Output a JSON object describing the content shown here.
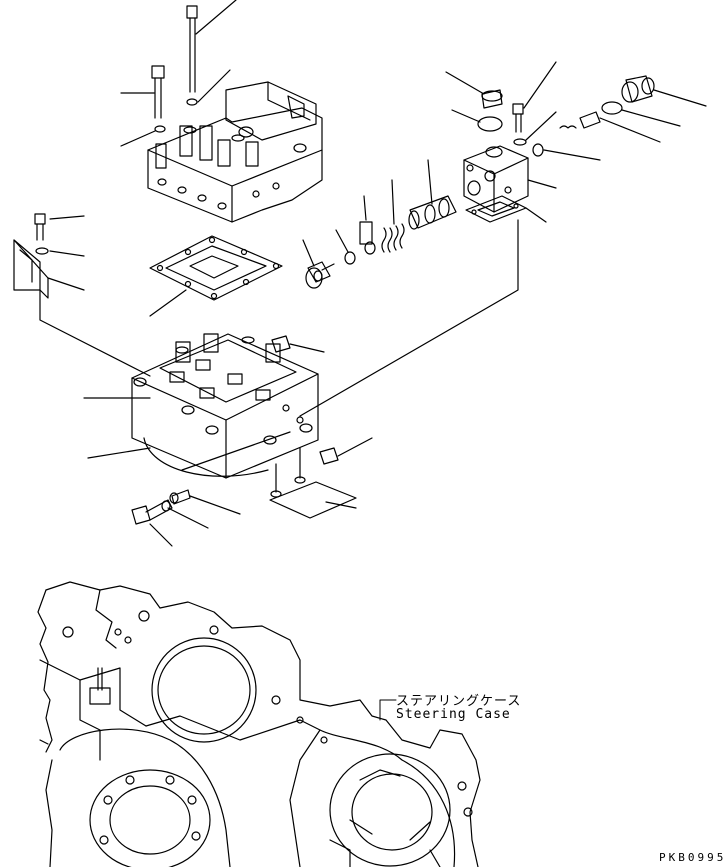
{
  "labels": {
    "case_name_jp": "ステアリングケース",
    "case_name_en": "Steering Case",
    "drawing_code": "PKB0995"
  },
  "style": {
    "ink": "#000000",
    "paper": "#ffffff"
  }
}
